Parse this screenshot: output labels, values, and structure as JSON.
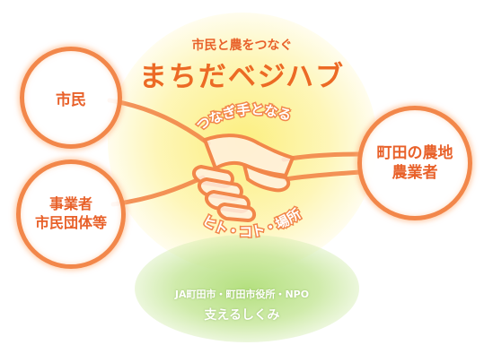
{
  "diagram": {
    "tagline": "市民と農をつなぐ",
    "brand": "まちだベジハブ",
    "connector_top": "つなぎ手となる",
    "connector_bottom": "ヒト・コト・場所",
    "nodes": {
      "citizens": "市民",
      "businesses_line1": "事業者",
      "businesses_line2": "市民団体等",
      "farmland_line1": "町田の農地",
      "farmland_line2": "農業者"
    },
    "support_orgs": "JA町田市・町田市役所・NPO",
    "support_label": "支えるしくみ"
  },
  "colors": {
    "accent_orange": "#ec6a25",
    "ring_orange": "#f2874a",
    "glow_yellow": "#fcee78",
    "glow_green": "#b0de78"
  },
  "icons": [
    "handshake-icon"
  ]
}
